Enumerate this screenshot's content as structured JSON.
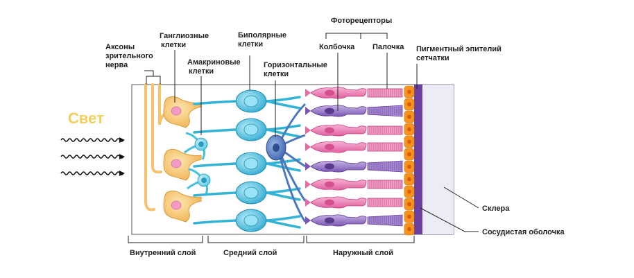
{
  "diagram": {
    "title": "Строение сетчатки",
    "light": {
      "label": "Свет",
      "color": "#f3cf5b",
      "arrow_count": 3
    },
    "labels": {
      "optic_nerve_axons": [
        "Аксоны",
        "зрительного",
        "нерва"
      ],
      "ganglion_cells": [
        "Ганглиозные",
        "клетки"
      ],
      "amacrine_cells": [
        "Амакриновые",
        "клетки"
      ],
      "bipolar_cells": [
        "Биполярные",
        "клетки"
      ],
      "horizontal_cells": [
        "Горизонтальные",
        "клетки"
      ],
      "photoreceptors": "Фоторецепторы",
      "cones": "Колбочка",
      "rods": "Палочка",
      "pigment_epithelium": [
        "Пигментный эпителий",
        "сетчатки"
      ],
      "sclera": "Склера",
      "choroid": "Сосудистая оболочка"
    },
    "layers": [
      {
        "name": "Внутренний слой"
      },
      {
        "name": "Средний слой"
      },
      {
        "name": "Наружный слой"
      }
    ],
    "colors": {
      "ganglion": "#f5c16a",
      "ganglion_nucleus": "#f29ac4",
      "bipolar": "#33b4d6",
      "horizontal": "#4a78c0",
      "amacrine": "#6fd0ea",
      "cone": "#8f6cc0",
      "rod": "#e86aa6",
      "pigment": "#f7941d",
      "choroid": "#6c3fa0",
      "sclera": "#ecebf6"
    }
  }
}
